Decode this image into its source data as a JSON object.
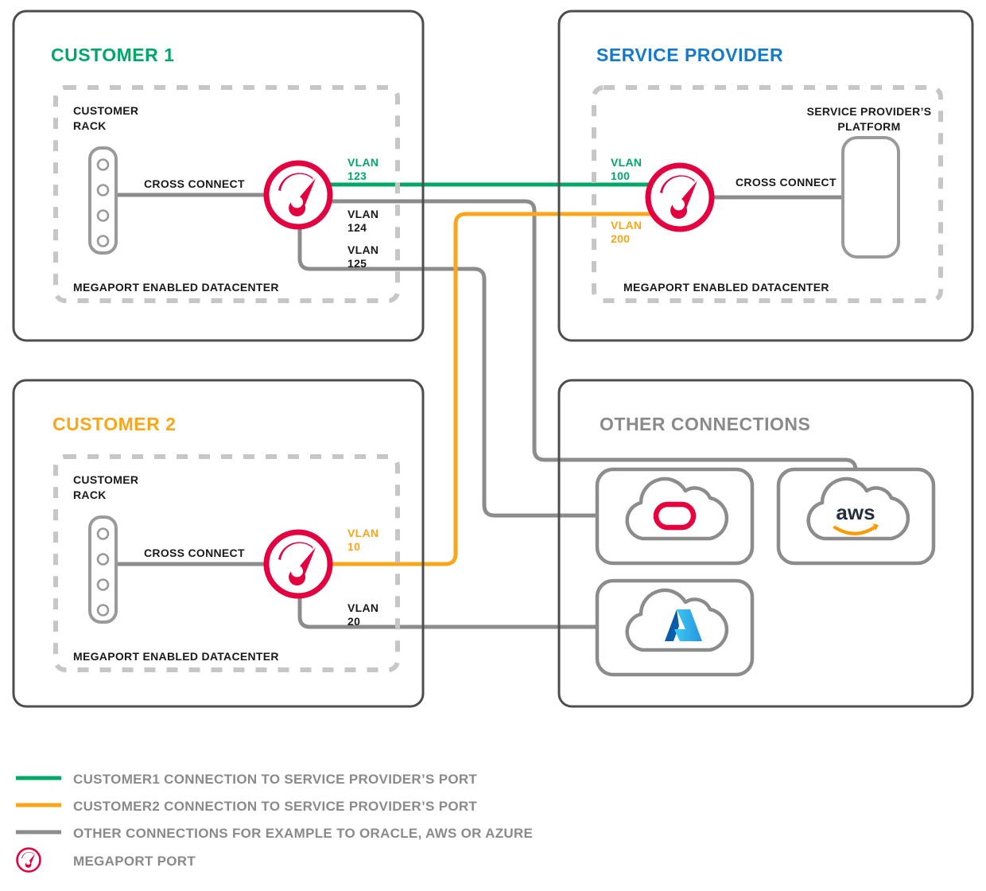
{
  "diagram": {
    "title": "Megaport VLAN connectivity diagram",
    "colors": {
      "customer1_green": "#00A868",
      "customer2_orange": "#FAA61A",
      "service_provider_blue": "#1579CE",
      "megaport_red": "#E3023F",
      "line_gray": "#8C8C8C",
      "panel_border": "#4D4D4D",
      "dashed_gray": "#C6C6C6",
      "legend_text_gray": "#8A8A8A",
      "aws_dark": "#252F3E",
      "aws_orange": "#F90",
      "azure_blue": "#0F7CC3",
      "oracle_red": "#E8003C"
    },
    "panels": [
      {
        "id": "customer-1",
        "title": "CUSTOMER 1",
        "title_color": "#00A868",
        "datacenter_label": "MEGAPORT ENABLED DATACENTER",
        "rack_label_line1": "CUSTOMER",
        "rack_label_line2": "RACK",
        "cross_connect_label": "CROSS CONNECT",
        "vlans": [
          {
            "name": "VLAN",
            "id": "123",
            "color": "#00A868"
          },
          {
            "name": "VLAN",
            "id": "124",
            "color": "#1a1a1a"
          },
          {
            "name": "VLAN",
            "id": "125",
            "color": "#1a1a1a"
          }
        ]
      },
      {
        "id": "service-provider",
        "title": "SERVICE PROVIDER",
        "title_color": "#1579CE",
        "datacenter_label": "MEGAPORT ENABLED DATACENTER",
        "platform_label_line1": "SERVICE PROVIDER’S",
        "platform_label_line2": "PLATFORM",
        "cross_connect_label": "CROSS CONNECT",
        "vlans": [
          {
            "name": "VLAN",
            "id": "100",
            "color": "#00A868"
          },
          {
            "name": "VLAN",
            "id": "200",
            "color": "#FAA61A"
          }
        ]
      },
      {
        "id": "customer-2",
        "title": "CUSTOMER 2",
        "title_color": "#FAA61A",
        "datacenter_label": "MEGAPORT ENABLED DATACENTER",
        "rack_label_line1": "CUSTOMER",
        "rack_label_line2": "RACK",
        "cross_connect_label": "CROSS CONNECT",
        "vlans": [
          {
            "name": "VLAN",
            "id": "10",
            "color": "#FAA61A"
          },
          {
            "name": "VLAN",
            "id": "20",
            "color": "#1a1a1a"
          }
        ]
      },
      {
        "id": "other-connections",
        "title": "OTHER CONNECTIONS",
        "title_color": "#8A8A8A",
        "clouds": [
          {
            "id": "oracle",
            "name": "oracle-cloud-icon",
            "wordmark": ""
          },
          {
            "id": "aws",
            "name": "aws-cloud-icon",
            "wordmark": "aws"
          },
          {
            "id": "azure",
            "name": "azure-cloud-icon",
            "wordmark": ""
          }
        ]
      }
    ],
    "legend": {
      "items": [
        {
          "type": "line",
          "color": "#00A868",
          "label": "CUSTOMER1 CONNECTION TO SERVICE PROVIDER’S PORT"
        },
        {
          "type": "line",
          "color": "#FAA61A",
          "label": "CUSTOMER2 CONNECTION TO SERVICE PROVIDER’S PORT"
        },
        {
          "type": "line",
          "color": "#8C8C8C",
          "label": "OTHER CONNECTIONS FOR EXAMPLE TO ORACLE, AWS OR AZURE"
        },
        {
          "type": "icon",
          "icon": "megaport-port-icon",
          "color": "#E3023F",
          "label": "MEGAPORT PORT"
        }
      ]
    }
  }
}
